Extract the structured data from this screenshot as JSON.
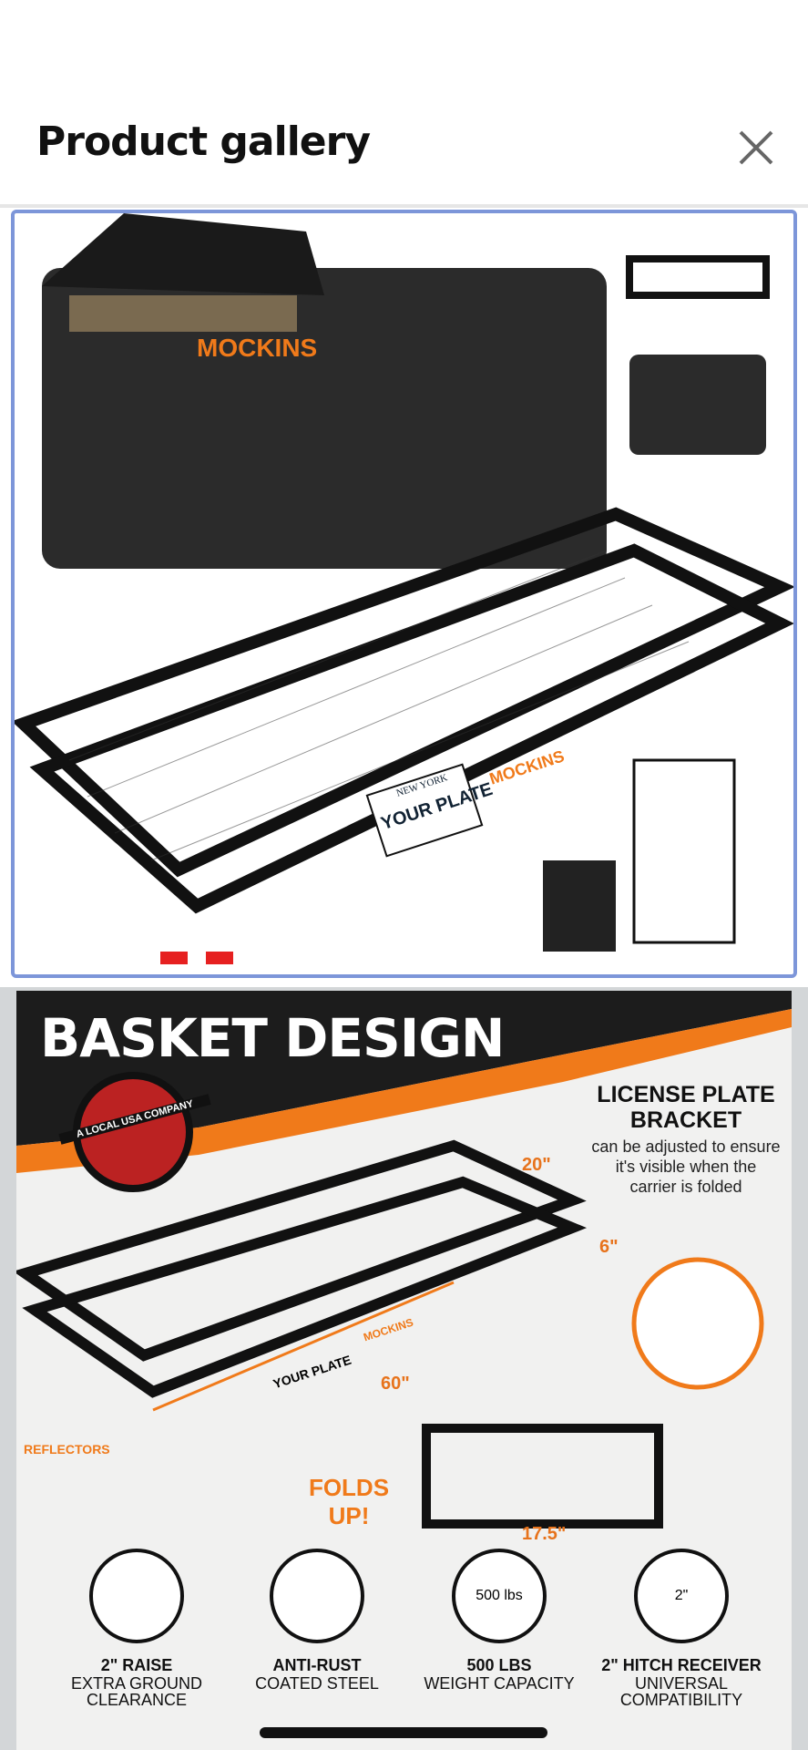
{
  "header": {
    "title": "Product gallery",
    "close_icon": "close-icon"
  },
  "gallery": [
    {
      "selected": true,
      "brand": "MOCKINS",
      "plate_state": "NEW YORK",
      "plate_text": "YOUR PLATE",
      "border_color": "#7d96d9"
    },
    {
      "headline": "BASKET DESIGN",
      "badge": "A LOCAL USA COMPANY",
      "license": {
        "title": "LICENSE PLATE BRACKET",
        "desc": "can be adjusted to ensure it's visible when the carrier is folded"
      },
      "dims": {
        "width": "20\"",
        "height": "6\"",
        "length": "60\"",
        "folded": "17.5\""
      },
      "reflectors": "REFLECTORS",
      "folds": "FOLDS UP!",
      "brand": "MOCKINS",
      "plate_text": "YOUR PLATE",
      "features": [
        {
          "title": "2\" RAISE",
          "desc": "EXTRA GROUND CLEARANCE",
          "icon": "ground-clearance-icon"
        },
        {
          "title": "ANTI-RUST",
          "desc": "COATED STEEL",
          "icon": "water-drops-icon"
        },
        {
          "title": "500 LBS",
          "desc": "WEIGHT CAPACITY",
          "icon": "weight-icon",
          "icon_text": "500 lbs"
        },
        {
          "title": "2\" HITCH RECEIVER",
          "desc": "UNIVERSAL COMPATIBILITY",
          "icon": "hitch-receiver-icon",
          "icon_text": "2\""
        }
      ]
    }
  ]
}
